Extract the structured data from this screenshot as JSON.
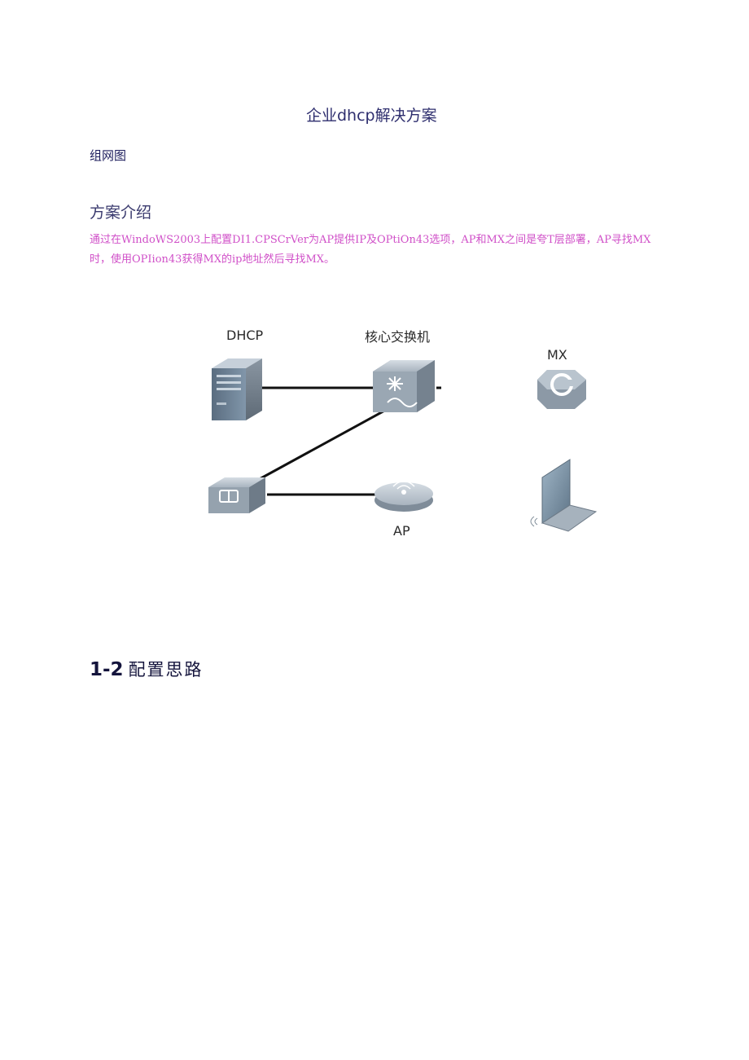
{
  "doc": {
    "title": "企业dhcp解决方案",
    "network_diagram_label": "组网图",
    "intro_heading": "方案介绍",
    "intro_text": "通过在WindoWS2003上配置DI1.CPSCrVer为AP提供IP及OPtiOn43选项，AP和MX之间是夸T层部署，AP寻找MX时，使用OPIion43获得MX的ip地址然后寻找MX。",
    "config_heading_number": "1-2",
    "config_heading_text": "配置思路"
  },
  "diagram": {
    "dhcp_label": "DHCP",
    "core_switch_label": "核心交换机",
    "mx_label": "MX",
    "ap_label": "AP"
  }
}
